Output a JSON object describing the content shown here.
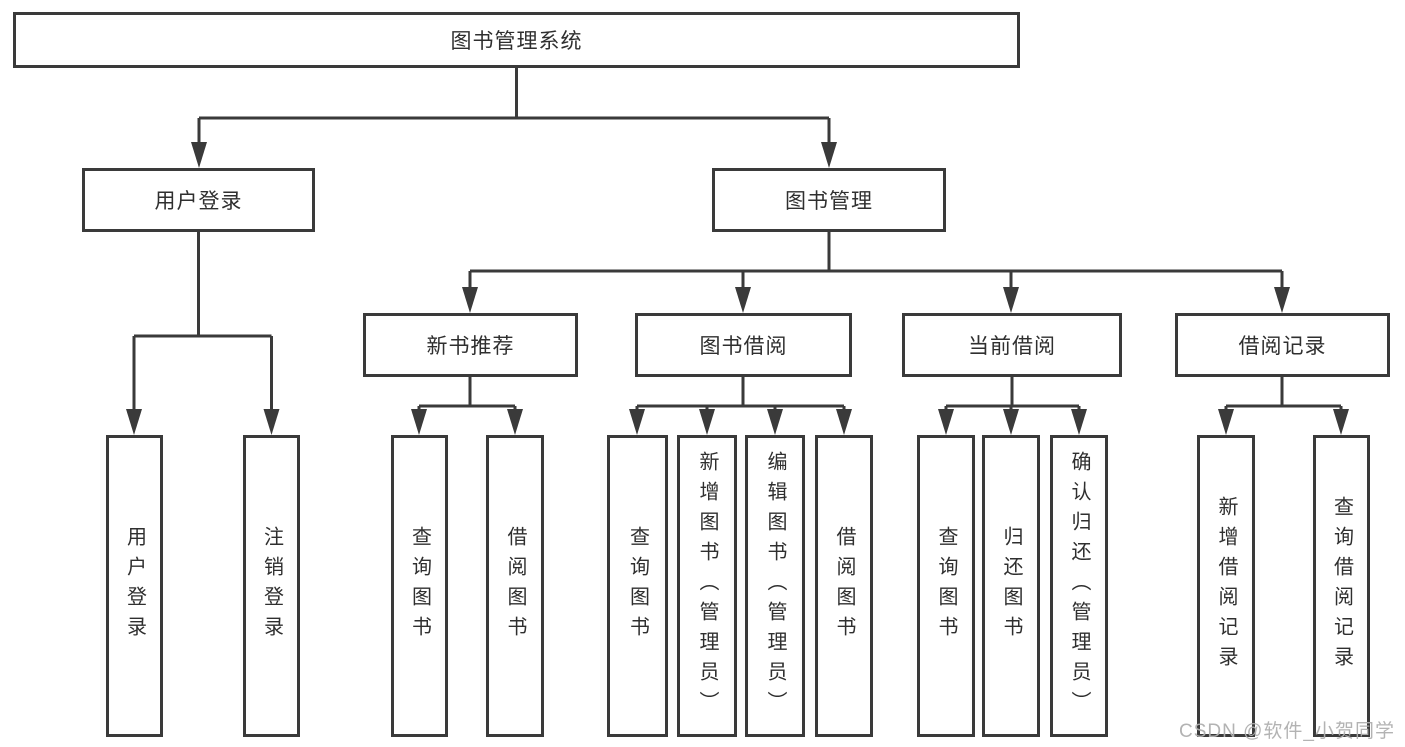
{
  "tree": {
    "root": {
      "label": "图书管理系统"
    },
    "branches": [
      {
        "label": "用户登录",
        "children": [
          {
            "label": "用户登录"
          },
          {
            "label": "注销登录"
          }
        ]
      },
      {
        "label": "图书管理",
        "children": [
          {
            "label": "新书推荐",
            "children": [
              {
                "label": "查询图书"
              },
              {
                "label": "借阅图书"
              }
            ]
          },
          {
            "label": "图书借阅",
            "children": [
              {
                "label": "查询图书"
              },
              {
                "label": "新增图书（管理员）"
              },
              {
                "label": "编辑图书（管理员）"
              },
              {
                "label": "借阅图书"
              }
            ]
          },
          {
            "label": "当前借阅",
            "children": [
              {
                "label": "查询图书"
              },
              {
                "label": "归还图书"
              },
              {
                "label": "确认归还（管理员）"
              }
            ]
          },
          {
            "label": "借阅记录",
            "children": [
              {
                "label": "新增借阅记录"
              },
              {
                "label": "查询借阅记录"
              }
            ]
          }
        ]
      }
    ]
  },
  "watermark": {
    "text": "CSDN @软件_小贺同学"
  },
  "colors": {
    "line": "#3a3a3a",
    "box_border": "#3a3a3a",
    "text": "#2f2f2f",
    "background": "#ffffff",
    "watermark": "#afafaf"
  }
}
